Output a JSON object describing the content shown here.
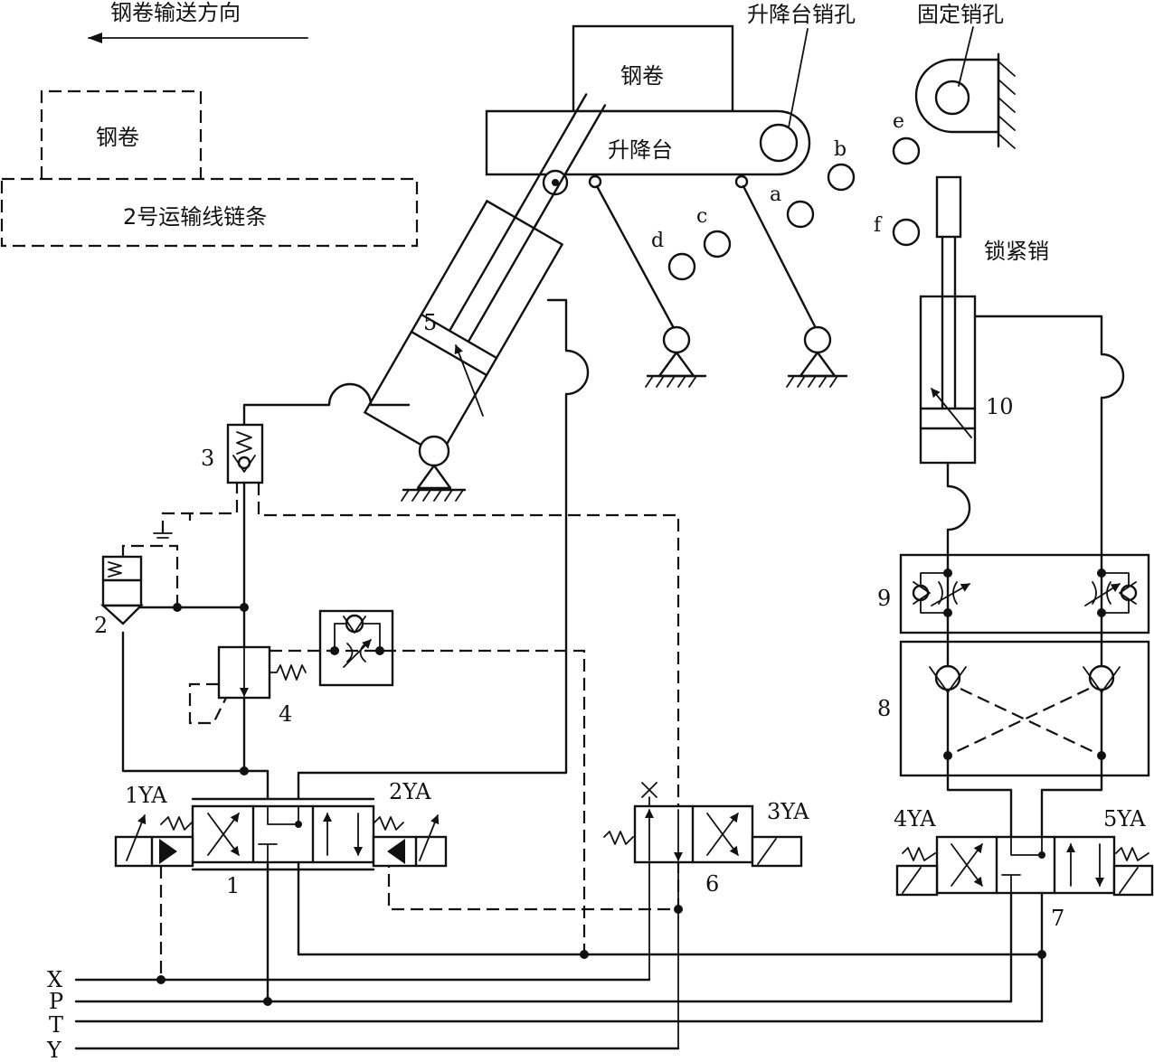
{
  "labels": {
    "conveying_direction": "钢卷输送方向",
    "lift_table_pin_hole": "升降台销孔",
    "fixed_pin_hole": "固定销孔",
    "coil_top": "钢卷",
    "lift_table": "升降台",
    "coil_left": "钢卷",
    "chain": "2号运输线链条",
    "locking_pin": "锁紧销",
    "pos_a": "a",
    "pos_b": "b",
    "pos_c": "c",
    "pos_d": "d",
    "pos_e": "e",
    "pos_f": "f",
    "comp_1": "1",
    "comp_2": "2",
    "comp_3": "3",
    "comp_4": "4",
    "comp_5": "5",
    "comp_6": "6",
    "comp_7": "7",
    "comp_8": "8",
    "comp_9": "9",
    "comp_10": "10",
    "sol_1YA": "1YA",
    "sol_2YA": "2YA",
    "sol_3YA": "3YA",
    "sol_4YA": "4YA",
    "sol_5YA": "5YA",
    "line_X": "X",
    "line_P": "P",
    "line_T": "T",
    "line_Y": "Y"
  }
}
